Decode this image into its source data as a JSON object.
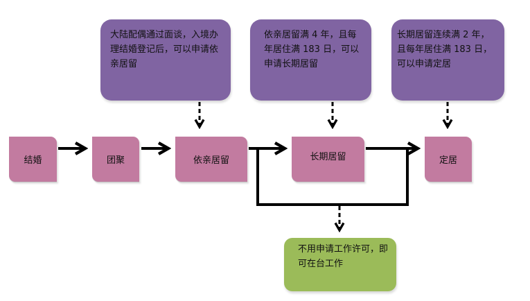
{
  "nodes": {
    "marriage": "结婚",
    "reunion": "团聚",
    "family_residence": "依亲居留",
    "long_term_residence": "长期居留",
    "settlement": "定居"
  },
  "notes": {
    "family_residence_condition": "大陆配偶通过面谈，入境办理结婚登记后，可以申请依亲居留",
    "long_term_condition": "依亲居留满 4 年，且每年居住满 183 日，可以申请长期居留",
    "settlement_condition": "长期居留连续满 2 年，且每年居住满 183 日，可以申请定居",
    "work_note": "不用申请工作许可，即可在台工作"
  },
  "colors": {
    "node": "#c27ba0",
    "note": "#8064a2",
    "work_note": "#9bbb59",
    "arrow": "#000000"
  }
}
